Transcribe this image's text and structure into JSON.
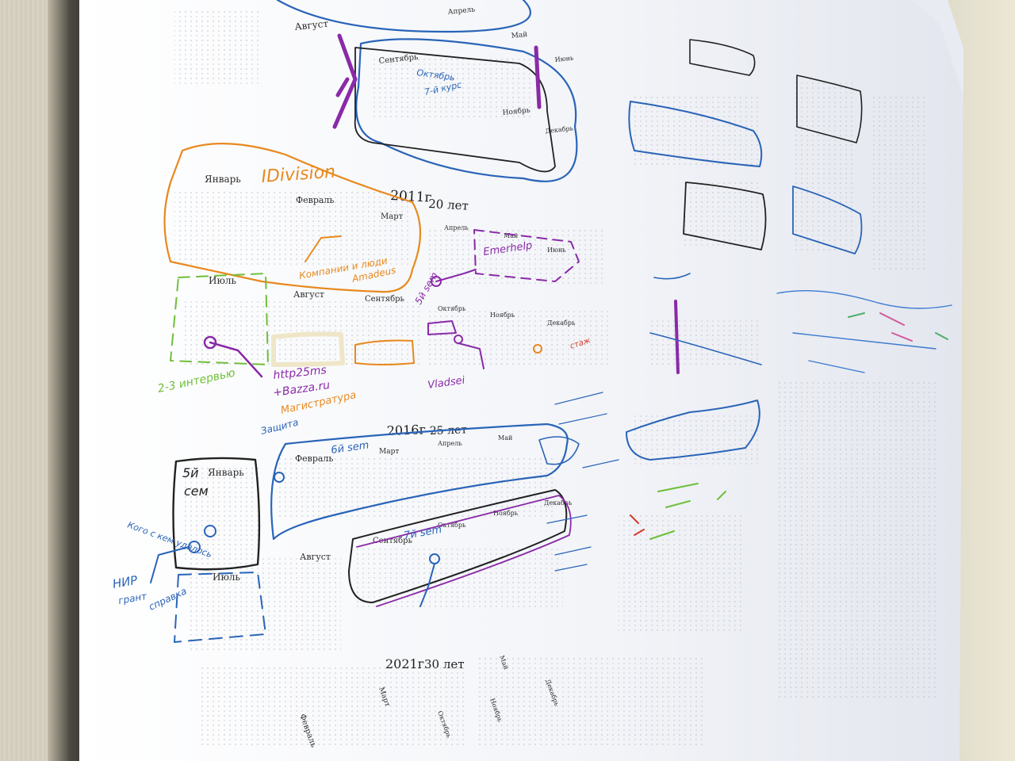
{
  "calendar": {
    "years": [
      {
        "label": "2011г",
        "age": "20 лет"
      },
      {
        "label": "2016г",
        "age": "25 лет"
      },
      {
        "label": "2021г",
        "age": "30 лет"
      }
    ],
    "months_2011": {
      "jan": "Январь",
      "feb": "Февраль",
      "mar": "Март",
      "apr": "Апрель",
      "may": "Май",
      "jun": "Июнь",
      "jul": "Июль",
      "aug": "Август",
      "sep": "Сентябрь",
      "oct": "Октябрь",
      "nov": "Ноябрь",
      "dec": "Декабрь"
    },
    "months_2010": {
      "aug": "Август",
      "sep": "Сентябрь",
      "oct": "Октябрь",
      "nov": "Ноябрь",
      "dec": "Декабрь",
      "apr": "Апрель",
      "may": "Май",
      "jun": "Июнь"
    },
    "months_2016": {
      "jan": "Январь",
      "feb": "Февраль",
      "mar": "Март",
      "apr": "Апрель",
      "may": "Май",
      "jul": "Июль",
      "aug": "Август",
      "sep": "Сентябрь",
      "oct": "Октябрь",
      "nov": "Ноябрь",
      "dec": "Декабрь"
    },
    "months_2021": {
      "feb": "Февраль",
      "mar": "Март",
      "may": "Май",
      "oct": "Октябрь",
      "nov": "Ноябрь",
      "dec": "Декабрь"
    }
  },
  "notes": {
    "idivision": "IDivision",
    "okt_cap": "Октябрь",
    "course": "7-й курс",
    "amadeus": "Amadeus",
    "kampanii": "Компании и люди",
    "emerhelp": "Emerhelp",
    "sem5": "5й sem",
    "vladsei": "Vladsei",
    "http": "http25ms",
    "bazza": "+Bazza.ru",
    "magistr": "Магистратура",
    "interview": "2-3 интервью",
    "zashita": "Защита",
    "sem6": "6й sem",
    "sem5b": "5й",
    "sm": "сем",
    "sem7": "7й sem",
    "nir": "НИР",
    "grant": "грант",
    "kogo": "Кого с кем удалось",
    "sprav": "справка",
    "stazh": "стаж"
  },
  "colors": {
    "orange": "#e8891e",
    "purple": "#8a2aa8",
    "blue": "#2a64b8",
    "green": "#6fbf3a",
    "black": "#222222",
    "paper": "#f4f5f7"
  }
}
